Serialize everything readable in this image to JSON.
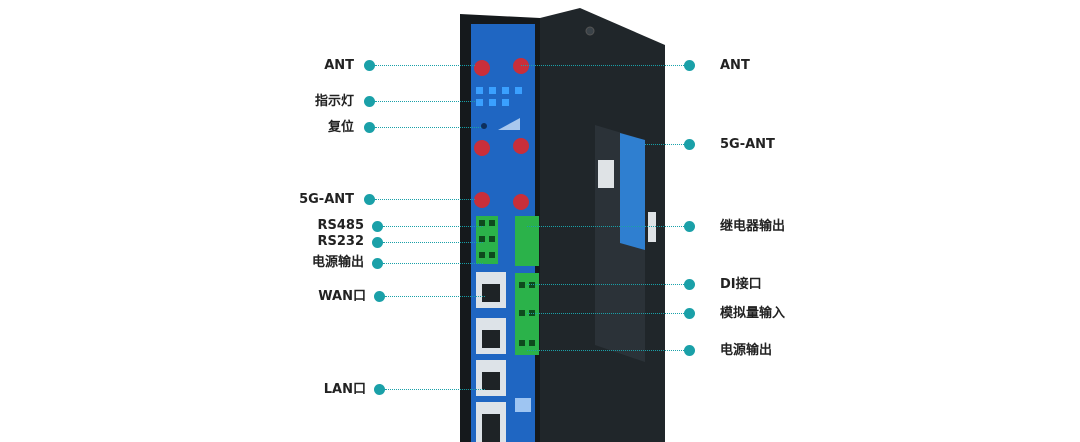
{
  "colors": {
    "accent": "#1aa0a8",
    "device_blue": "#1f66c2",
    "device_body": "#1f2428"
  },
  "labels": {
    "left": [
      "ANT",
      "指示灯",
      "复位",
      "5G-ANT",
      "RS485",
      "RS232",
      "电源输出",
      "WAN口",
      "LAN口"
    ],
    "right": [
      "ANT",
      "5G-ANT",
      "继电器输出",
      "DI接口",
      "模拟量输入",
      "电源输出"
    ]
  }
}
